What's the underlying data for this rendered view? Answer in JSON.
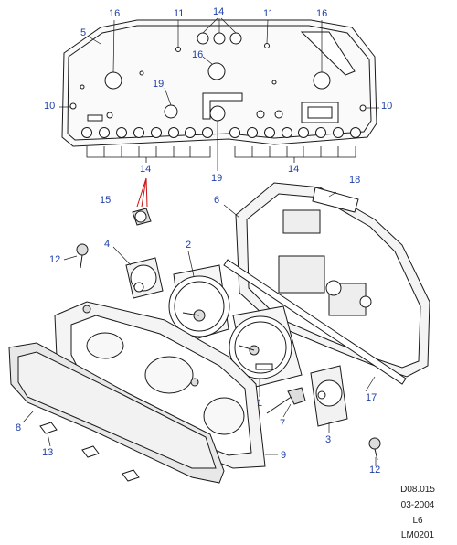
{
  "callouts": [
    "16",
    "11",
    "14",
    "11",
    "16",
    "5",
    "16",
    "19",
    "10",
    "10",
    "14",
    "14",
    "19",
    "18",
    "6",
    "15",
    "2",
    "4",
    "12",
    "1",
    "7",
    "3",
    "17",
    "8",
    "9",
    "13",
    "12"
  ],
  "reference": {
    "code": "D08.015",
    "date": "03-2004",
    "variant": "L6",
    "drawing": "LM0201"
  },
  "colors": {
    "line": "#1a1a1a",
    "callout": "#1f3fa8",
    "leader": "#cc1111",
    "fill": "#f4f4f4"
  }
}
